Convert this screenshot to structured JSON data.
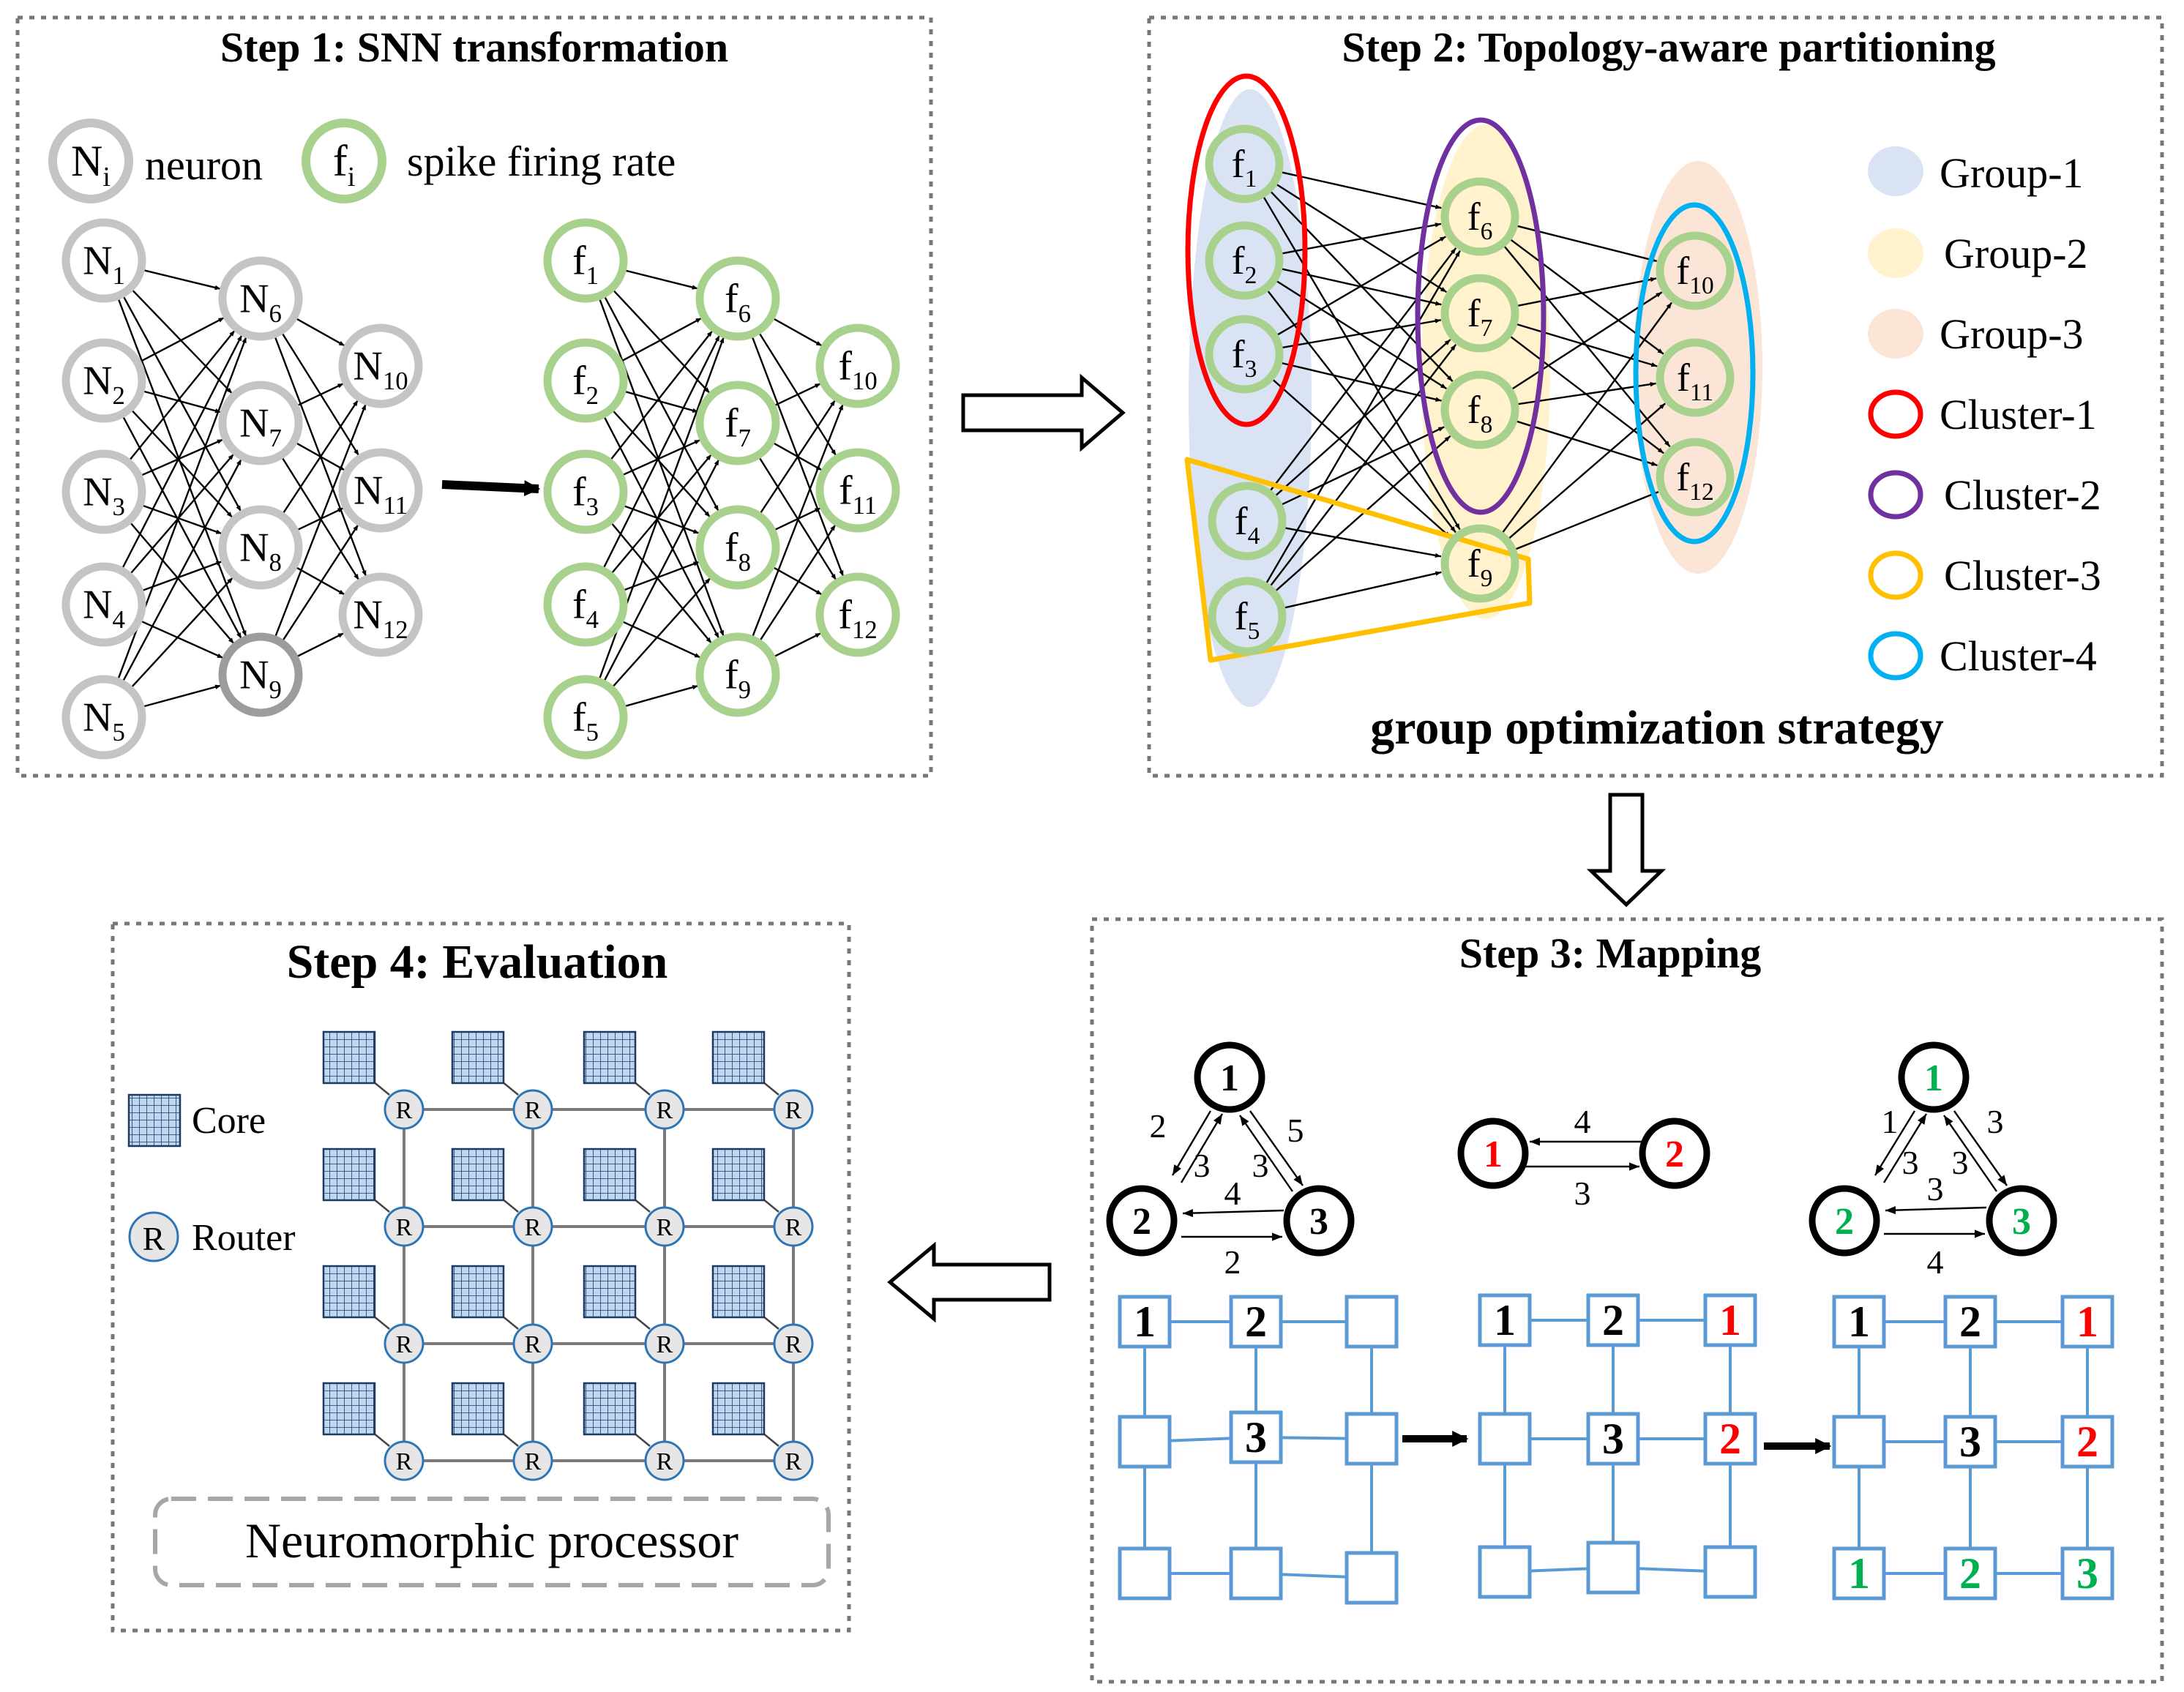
{
  "colors": {
    "neuron_stroke": "#c4c4c4",
    "neuron_dark_stroke": "#9c9c9c",
    "rate_stroke": "#a9d18e",
    "group1": "#dae3f3",
    "group2": "#fff2cc",
    "group3": "#fbe5d6",
    "cluster1": "#ff0000",
    "cluster2": "#7030a0",
    "cluster3": "#ffc000",
    "cluster4": "#00b0f0",
    "mesh": "#5b9bd5",
    "core_fill": "#bdd7ee",
    "router_fill": "#e7e6e6",
    "red_num": "#ff0000",
    "green_num": "#00b050"
  },
  "step1": {
    "title": "Step 1: SNN transformation",
    "legend": {
      "neuron_symbol": "N",
      "neuron_sub": "i",
      "neuron_label": "neuron",
      "rate_symbol": "f",
      "rate_sub": "i",
      "rate_label": "spike firing rate"
    },
    "neurons": [
      {
        "s": "N",
        "n": "1"
      },
      {
        "s": "N",
        "n": "2"
      },
      {
        "s": "N",
        "n": "3"
      },
      {
        "s": "N",
        "n": "4"
      },
      {
        "s": "N",
        "n": "5"
      },
      {
        "s": "N",
        "n": "6"
      },
      {
        "s": "N",
        "n": "7"
      },
      {
        "s": "N",
        "n": "8"
      },
      {
        "s": "N",
        "n": "9"
      },
      {
        "s": "N",
        "n": "10"
      },
      {
        "s": "N",
        "n": "11"
      },
      {
        "s": "N",
        "n": "12"
      }
    ],
    "rates": [
      {
        "s": "f",
        "n": "1"
      },
      {
        "s": "f",
        "n": "2"
      },
      {
        "s": "f",
        "n": "3"
      },
      {
        "s": "f",
        "n": "4"
      },
      {
        "s": "f",
        "n": "5"
      },
      {
        "s": "f",
        "n": "6"
      },
      {
        "s": "f",
        "n": "7"
      },
      {
        "s": "f",
        "n": "8"
      },
      {
        "s": "f",
        "n": "9"
      },
      {
        "s": "f",
        "n": "10"
      },
      {
        "s": "f",
        "n": "11"
      },
      {
        "s": "f",
        "n": "12"
      }
    ]
  },
  "step2": {
    "title": "Step 2: Topology-aware partitioning",
    "subtitle": "group optimization strategy",
    "nodes": [
      {
        "s": "f",
        "n": "1"
      },
      {
        "s": "f",
        "n": "2"
      },
      {
        "s": "f",
        "n": "3"
      },
      {
        "s": "f",
        "n": "4"
      },
      {
        "s": "f",
        "n": "5"
      },
      {
        "s": "f",
        "n": "6"
      },
      {
        "s": "f",
        "n": "7"
      },
      {
        "s": "f",
        "n": "8"
      },
      {
        "s": "f",
        "n": "9"
      },
      {
        "s": "f",
        "n": "10"
      },
      {
        "s": "f",
        "n": "11"
      },
      {
        "s": "f",
        "n": "12"
      }
    ],
    "legend": [
      "Group-1",
      "Group-2",
      "Group-3",
      "Cluster-1",
      "Cluster-2",
      "Cluster-3",
      "Cluster-4"
    ]
  },
  "step3": {
    "title": "Step 3: Mapping",
    "graph_a": {
      "nodes": [
        "1",
        "2",
        "3"
      ],
      "edge_labels": [
        "2",
        "3",
        "5",
        "3",
        "4",
        "2"
      ]
    },
    "graph_b": {
      "nodes": [
        "1",
        "2"
      ],
      "edge_labels": [
        "4",
        "3"
      ]
    },
    "graph_c": {
      "nodes": [
        "1",
        "2",
        "3"
      ],
      "edge_labels": [
        "1",
        "3",
        "3",
        "3",
        "3",
        "4"
      ]
    },
    "mesh_a": [
      "1",
      "2",
      "",
      "",
      "3",
      "",
      "",
      "",
      ""
    ],
    "mesh_b": [
      "1",
      "2",
      "1",
      "",
      "3",
      "2",
      "",
      "",
      ""
    ],
    "mesh_c": [
      "1",
      "2",
      "1",
      "",
      "3",
      "2",
      "1",
      "2",
      "3"
    ]
  },
  "step4": {
    "title": "Step 4: Evaluation",
    "core_label": "Core",
    "router_symbol": "R",
    "router_label": "Router",
    "processor_label": "Neuromorphic processor"
  }
}
